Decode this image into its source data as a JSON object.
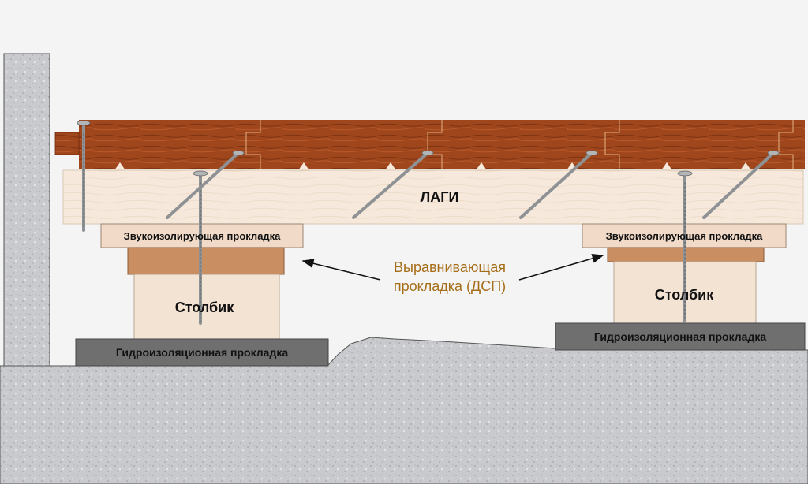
{
  "labels": {
    "joists": "ЛАГИ",
    "sound_pad_left": "Звукоизолирующая прокладка",
    "sound_pad_right": "Звукоизолирующая прокладка",
    "leveling_line1": "Выравнивающая",
    "leveling_line2": "прокладка (ДСП)",
    "post_left": "Столбик",
    "post_right": "Столбик",
    "waterproof_left": "Гидроизоляционная прокладка",
    "waterproof_right": "Гидроизоляционная прокладка"
  },
  "colors": {
    "background": "#f4f4f4",
    "concrete": "#c9cacd",
    "board": "#a0461c",
    "board_dark": "#6e2a0d",
    "joist": "#f6e9dc",
    "pad": "#f1dbc8",
    "leveling": "#c98f62",
    "post": "#f3e3d3",
    "waterproof": "#6f6f6f",
    "accent_text": "#a66d18",
    "screw": "#8f9295"
  },
  "icons": {
    "screws": "screw-icon",
    "arrows": "arrow-icon"
  }
}
